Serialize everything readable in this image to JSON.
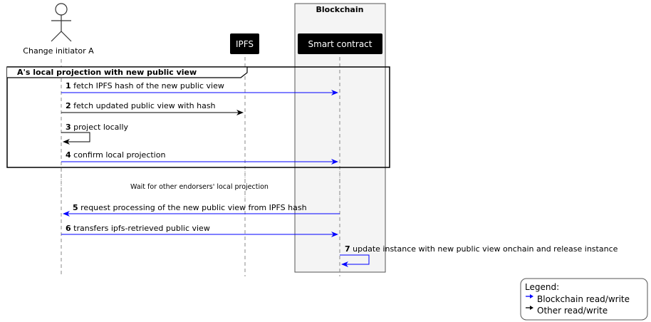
{
  "participants": {
    "actor": "Change initiator A",
    "ipfs": "IPFS",
    "contract": "Smart contract"
  },
  "box_title": "Blockchain",
  "group_title": "A's local projection with new public view",
  "messages": [
    {
      "num": "1",
      "text": "fetch IPFS hash of the new public view",
      "color": "#0000ff"
    },
    {
      "num": "2",
      "text": "fetch updated public view with hash",
      "color": "#000000"
    },
    {
      "num": "3",
      "text": "project locally",
      "color": "#000000"
    },
    {
      "num": "4",
      "text": "confirm local projection",
      "color": "#0000ff"
    },
    {
      "num": "5",
      "text": "request processing of the new public view from IPFS hash",
      "color": "#0000ff"
    },
    {
      "num": "6",
      "text": "transfers ipfs-retrieved public view",
      "color": "#0000ff"
    },
    {
      "num": "7",
      "text": "update instance with new public view onchain and release instance",
      "color": "#0000ff"
    }
  ],
  "delay_text": "Wait for other endorsers' local projection",
  "legend": {
    "title": "Legend:",
    "blockchain": "Blockchain read/write",
    "other": "Other read/write",
    "blue": "#0000ff",
    "black": "#000000"
  }
}
